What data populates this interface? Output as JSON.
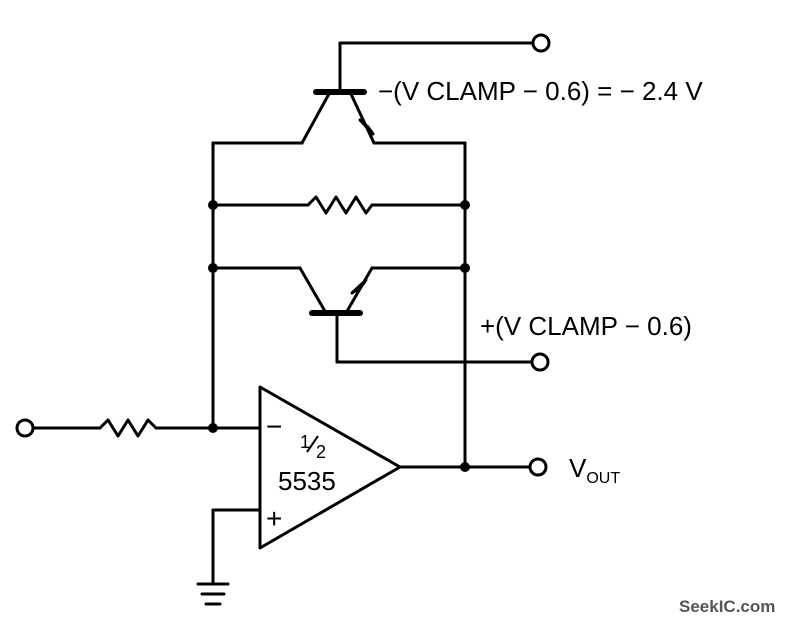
{
  "labels": {
    "top_clamp": "−(V CLAMP  − 0.6)  =  − 2.4 V",
    "mid_clamp": "+(V CLAMP  − 0.6)",
    "minus_sign": "−",
    "plus_sign": "+",
    "half_num": "1",
    "half_den": "2",
    "part_number": "5535",
    "vout_main": "V",
    "vout_sub": "OUT"
  },
  "watermark": "SeekIC.com",
  "colors": {
    "line": "#000000",
    "background": "#ffffff",
    "watermark": "#555555"
  }
}
